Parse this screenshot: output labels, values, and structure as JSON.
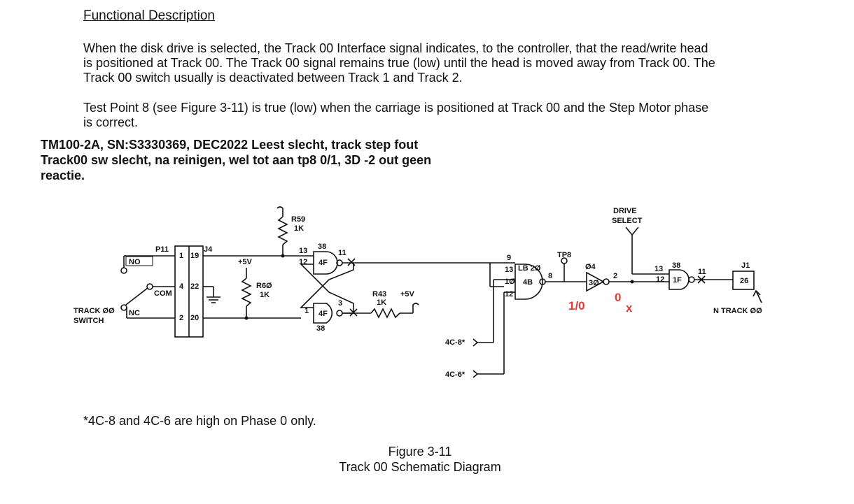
{
  "doc": {
    "heading": "Functional Description",
    "para1_l1": "When the disk drive is selected, the Track 00 Interface signal indicates, to the controller, that the read/write head",
    "para1_l2": "is positioned at Track 00. The Track 00 signal remains true (low) until the head is moved away from Track 00. The",
    "para1_l3": "Track 00 switch usually is deactivated between Track 1 and Track 2.",
    "para2_l1": "Test Point 8 (see Figure 3-11) is true (low) when the carriage is positioned at Track 00 and the Step Motor phase",
    "para2_l2": "is correct.",
    "note_l1": "TM100-2A, SN:S3330369, DEC2022 Leest slecht, track step fout",
    "note_l2": "Track00 sw slecht, na reinigen, wel tot aan tp8 0/1, 3D -2 out geen",
    "note_l3": "reactie.",
    "footnote": "*4C-8 and 4C-6 are high on Phase 0 only.",
    "figure_number": "Figure 3-11",
    "figure_title": "Track 00 Schematic Diagram"
  },
  "schematic": {
    "p11": "P11",
    "j4": "J4",
    "no": "NO",
    "com": "COM",
    "nc": "NC",
    "switch_l1": "TRACK ØØ",
    "switch_l2": "SWITCH",
    "pin1": "1",
    "pin19": "19",
    "pin4": "4",
    "pin22": "22",
    "pin2": "2",
    "pin20": "20",
    "plus5v_a": "+5V",
    "r60_name": "R6Ø",
    "r60_val": "1K",
    "r59_name": "R59",
    "r59_val": "1K",
    "g4f_top_in13": "13",
    "g4f_top_in12": "12",
    "g4f_top_38": "38",
    "g4f_top_name": "4F",
    "g4f_top_out": "11",
    "g4f_bot_in1": "1",
    "g4f_bot_name": "4F",
    "g4f_bot_38": "38",
    "g4f_bot_out": "3",
    "r43_name": "R43",
    "r43_val": "1K",
    "plus5v_b": "+5V",
    "lb_pin9": "9",
    "lb_pin13": "13",
    "lb_pin10": "1Ø",
    "lb_pin12": "12",
    "lb_name": "LB 2Ø",
    "lb_4b": "4B",
    "lb_out": "8",
    "tp8": "TP8",
    "buf_name": "Ø4",
    "buf_30": "3Ø",
    "buf_out": "2",
    "drive_l1": "DRIVE",
    "drive_l2": "SELECT",
    "g1f_13": "13",
    "g1f_12": "12",
    "g1f_38": "38",
    "g1f_name": "1F",
    "g1f_out": "11",
    "j1": "J1",
    "j1_pin": "26",
    "n_track": "N TRACK ØØ",
    "in_4c8": "4C-8*",
    "in_4c6": "4C-6*",
    "anno_1_0": "1/0",
    "anno_0": "0",
    "anno_x": "x"
  }
}
